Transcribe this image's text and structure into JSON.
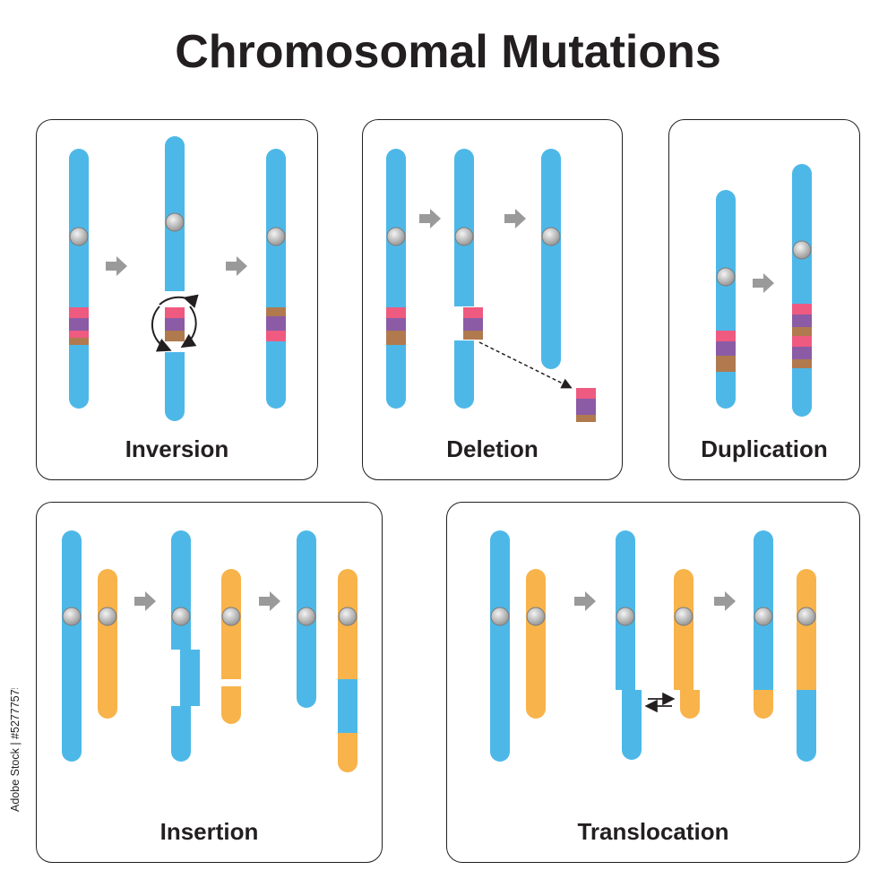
{
  "title": "Chromosomal Mutations",
  "panels": {
    "inversion": "Inversion",
    "deletion": "Deletion",
    "duplication": "Duplication",
    "insertion": "Insertion",
    "translocation": "Translocation"
  },
  "watermark": "Adobe Stock | #527775759",
  "colors": {
    "chromosome_blue": "#4db8e8",
    "chromosome_orange": "#f8b34a",
    "band_pink": "#ee5a80",
    "band_purple": "#8b5ba6",
    "band_brown": "#b07a4e",
    "centromere": "#bdbdbd",
    "arrow_gray": "#9a9a9a",
    "outline": "#231f20"
  }
}
